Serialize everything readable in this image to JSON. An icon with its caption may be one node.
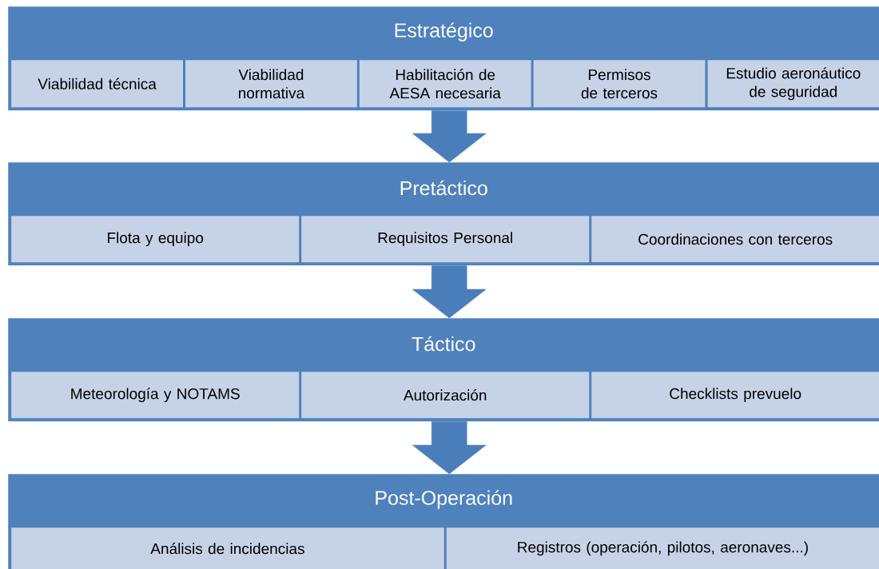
{
  "diagram": {
    "nodes": [
      {
        "text": [
          "Estratégico"
        ]
      },
      {
        "text": [
          "Viabilidad técnica"
        ],
        "in": 0
      },
      {
        "text": [
          "Viabilidad normativa"
        ],
        "in": 0
      },
      {
        "text": [
          "Habilitación de AESA necesaria"
        ],
        "in": 0
      },
      {
        "text": [
          "Permisos de terceros"
        ],
        "in": 0
      },
      {
        "text": [
          "Estudio aeronáutico de seguridad"
        ],
        "in": 0
      },
      {
        "text": [
          "Pretáctico"
        ]
      },
      {
        "text": [
          "Flota y equipo"
        ],
        "in": 6
      },
      {
        "text": [
          "Requisitos Personal"
        ],
        "in": 6
      },
      {
        "text": [
          "Coordinaciones con terceros"
        ],
        "in": 6
      },
      {
        "text": [
          "Táctico"
        ]
      },
      {
        "text": [
          "Meteorología y NOTAMS"
        ],
        "in": 10
      },
      {
        "text": [
          "Autorización"
        ],
        "in": 10
      },
      {
        "text": [
          "Checklists prevuelo"
        ],
        "in": 10
      },
      {
        "text": [
          "Post-Operación"
        ]
      },
      {
        "text": [
          "Análisis de incidencias"
        ],
        "in": 14
      },
      {
        "text": [
          "Registros (operación, pilotos, aeronaves...)"
        ],
        "in": 14
      }
    ],
    "edges": [
      {
        "from": 0,
        "to": 6,
        "arrow": "to"
      },
      {
        "from": 6,
        "to": 10,
        "arrow": "to"
      },
      {
        "from": 10,
        "to": 14,
        "arrow": "to"
      }
    ]
  }
}
